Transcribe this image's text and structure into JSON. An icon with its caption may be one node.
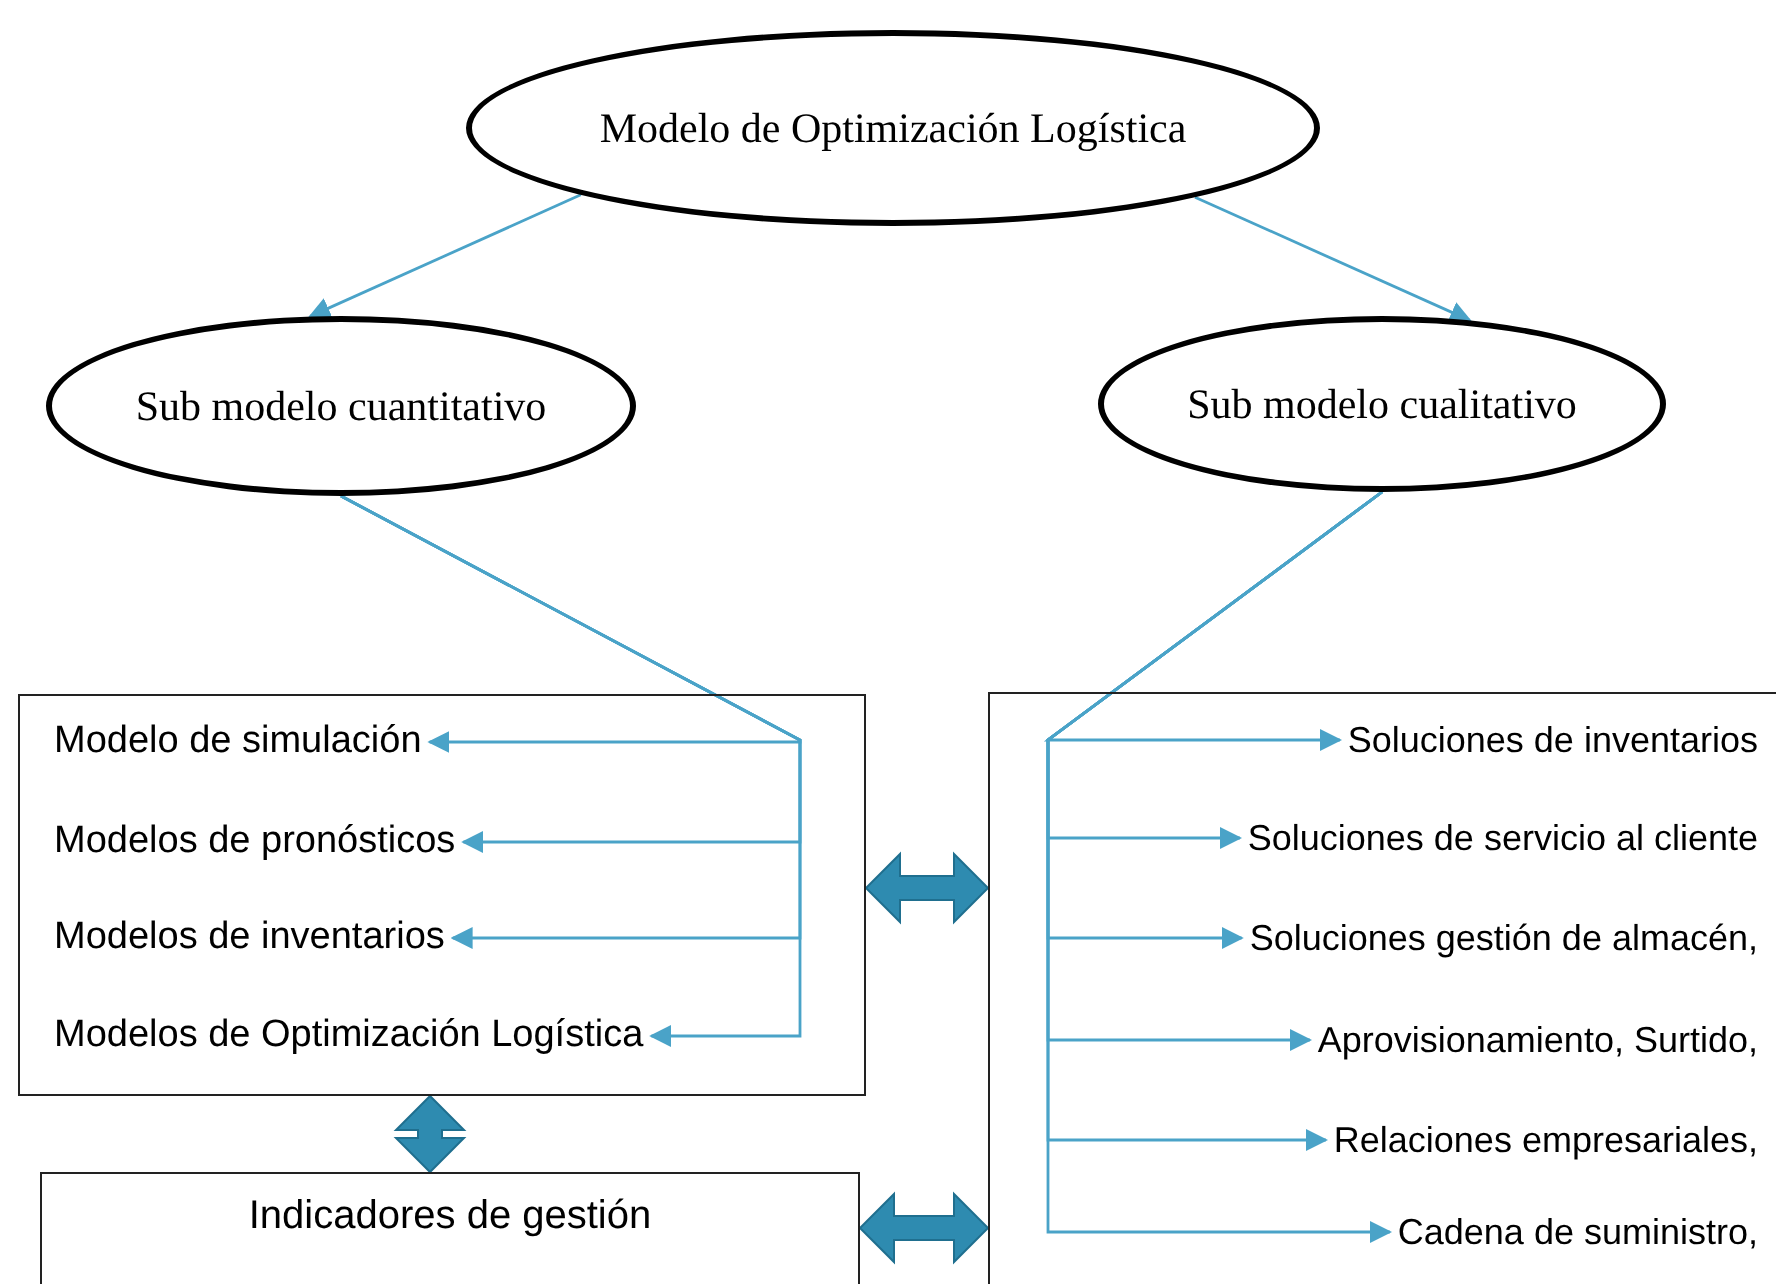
{
  "diagram": {
    "nodes": [
      {
        "text": [
          "Modelo de Optimización Logística"
        ]
      },
      {
        "text": [
          "Sub modelo cuantitativo"
        ]
      },
      {
        "text": [
          "Sub modelo cualitativo"
        ]
      },
      {
        "text": [],
        "shape": "box"
      },
      {
        "text": [
          "Modelo de simulación"
        ],
        "in": 3
      },
      {
        "text": [
          "Modelos de pronósticos"
        ],
        "in": 3
      },
      {
        "text": [
          "Modelos de inventarios"
        ],
        "in": 3
      },
      {
        "text": [
          "Modelos de Optimización Logística"
        ],
        "in": 3
      },
      {
        "text": [
          "Indicadores de gestión"
        ]
      },
      {
        "text": [],
        "shape": "box"
      },
      {
        "text": [
          "Soluciones de inventarios"
        ],
        "in": 9
      },
      {
        "text": [
          "Soluciones de servicio al cliente"
        ],
        "in": 9
      },
      {
        "text": [
          "Soluciones gestión de almacén,"
        ],
        "in": 9
      },
      {
        "text": [
          "Aprovisionamiento, Surtido,"
        ],
        "in": 9
      },
      {
        "text": [
          "Relaciones empresariales,"
        ],
        "in": 9
      },
      {
        "text": [
          "Cadena de suministro,"
        ],
        "in": 9
      }
    ],
    "edges": [
      {
        "from": 0,
        "to": 1,
        "arrow": "to"
      },
      {
        "from": 0,
        "to": 2,
        "arrow": "to"
      },
      {
        "from": 1,
        "to": 4,
        "arrow": "to"
      },
      {
        "from": 1,
        "to": 5,
        "arrow": "to"
      },
      {
        "from": 1,
        "to": 6,
        "arrow": "to"
      },
      {
        "from": 1,
        "to": 7,
        "arrow": "to"
      },
      {
        "from": 2,
        "to": 10,
        "arrow": "to"
      },
      {
        "from": 2,
        "to": 11,
        "arrow": "to"
      },
      {
        "from": 2,
        "to": 12,
        "arrow": "to"
      },
      {
        "from": 2,
        "to": 13,
        "arrow": "to"
      },
      {
        "from": 2,
        "to": 14,
        "arrow": "to"
      },
      {
        "from": 2,
        "to": 15,
        "arrow": "to"
      },
      {
        "from": 3,
        "to": 8,
        "arrow": "both",
        "style": "thick",
        "color": "#2e8bb0"
      },
      {
        "from": 3,
        "to": 9,
        "arrow": "both",
        "style": "thick",
        "color": "#2e8bb0"
      },
      {
        "from": 8,
        "to": 9,
        "arrow": "both",
        "style": "thick",
        "color": "#2e8bb0"
      }
    ]
  }
}
